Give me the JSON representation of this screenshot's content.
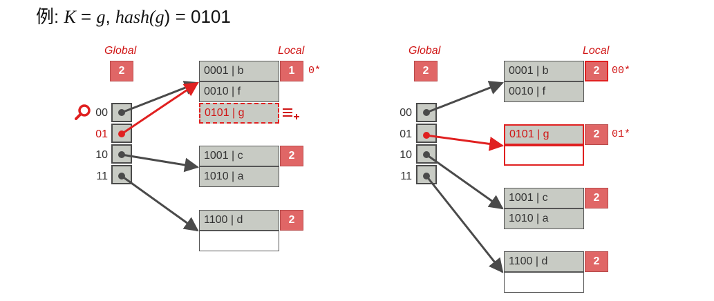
{
  "title": {
    "prefix": "例: ",
    "k": "K",
    "eq1": " = ",
    "g1": "g",
    "comma": ", ",
    "hash": "hash(",
    "g2": "g",
    "close": ")",
    "eq2": " = ",
    "value": "0101"
  },
  "left": {
    "global_label": "Global",
    "local_label": "Local",
    "global_depth": "2",
    "directory": [
      "00",
      "01",
      "10",
      "11"
    ],
    "bucket1": {
      "entries": [
        "0001 | b",
        "0010 | f"
      ],
      "inserted": "0101 | g",
      "local_depth": "1",
      "tag": "0*"
    },
    "bucket2": {
      "entries": [
        "1001 | c",
        "1010 | a"
      ],
      "local_depth": "2"
    },
    "bucket3": {
      "entries": [
        "1100 | d",
        ""
      ],
      "local_depth": "2"
    }
  },
  "right": {
    "global_label": "Global",
    "local_label": "Local",
    "global_depth": "2",
    "directory": [
      "00",
      "01",
      "10",
      "11"
    ],
    "bucket1": {
      "entries": [
        "0001 | b",
        "0010 | f"
      ],
      "local_depth": "2",
      "tag": "00*"
    },
    "bucket_new": {
      "entries": [
        "0101 | g",
        ""
      ],
      "local_depth": "2",
      "tag": "01*"
    },
    "bucket2": {
      "entries": [
        "1001 | c",
        "1010 | a"
      ],
      "local_depth": "2"
    },
    "bucket3": {
      "entries": [
        "1100 | d",
        ""
      ],
      "local_depth": "2"
    }
  },
  "colors": {
    "accent": "#e02020",
    "depth_box": "#e06666",
    "cell": "#c8cbc4",
    "arrow": "#4a4a4a"
  },
  "icons": [
    "magnifier-icon",
    "insert-row-icon"
  ]
}
